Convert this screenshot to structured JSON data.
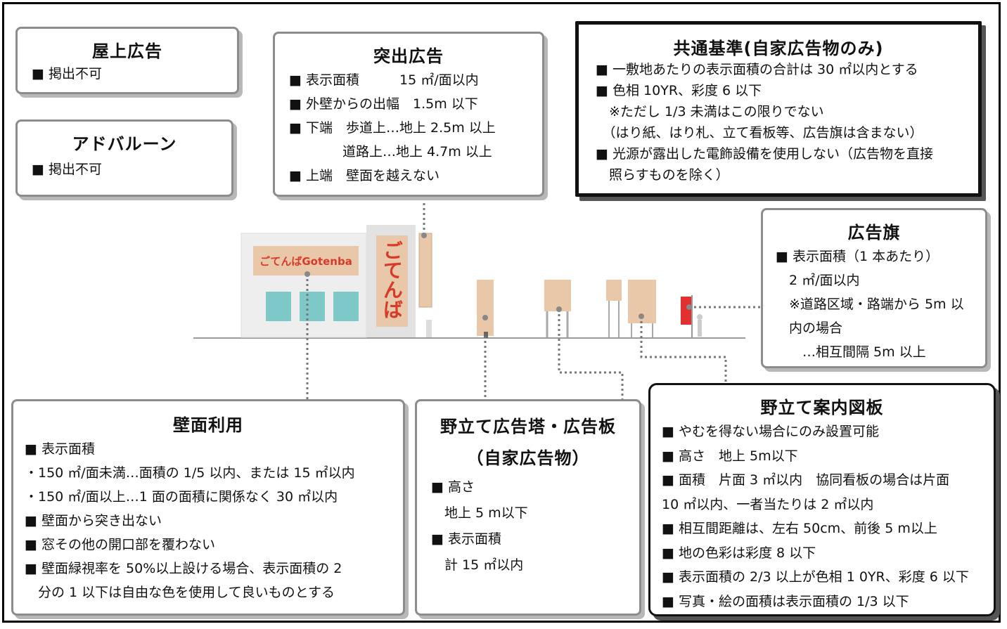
{
  "rooftop": {
    "title": "屋上広告",
    "lines": [
      "■ 掲出不可"
    ]
  },
  "balloon": {
    "title": "アドバルーン",
    "lines": [
      "■ 掲出不可"
    ]
  },
  "projecting": {
    "title": "突出広告",
    "lines": [
      "■ 表示面積　　　15 ㎡/面以内",
      "■ 外壁からの出幅　1.5m 以下",
      "■ 下端　歩道上…地上 2.5m 以上",
      "　　　　道路上…地上 4.7m 以上",
      "■ 上端　壁面を越えない"
    ]
  },
  "common": {
    "title": "共通基準(自家広告物のみ)",
    "lines": [
      "■ 一敷地あたりの表示面積の合計は 30 ㎡以内とする",
      "■ 色相 10YR、彩度 6 以下",
      "　※ただし 1/3 未満はこの限りでない",
      "　（はり紙、はり札、立て看板等、広告旗は含まない）",
      "■ 光源が露出した電飾設備を使用しない（広告物を直接",
      "　照らすものを除く）"
    ]
  },
  "flag": {
    "title": "広告旗",
    "lines": [
      "■ 表示面積（1 本あたり）",
      "　2 ㎡/面以内",
      "　※道路区域・路端から 5m 以",
      "　内の場合",
      "　　…相互間隔 5m 以上"
    ]
  },
  "wall": {
    "title": "壁面利用",
    "lines": [
      "■ 表示面積",
      "・150 ㎡/面未満…面積の 1/5 以内、または 15 ㎡以内",
      "・150 ㎡/面以上…1 面の面積に関係なく 30 ㎡以内",
      "■ 壁面から突き出ない",
      "■ 窓その他の開口部を覆わない",
      "■ 壁面緑視率を 50%以上設ける場合、表示面積の 2",
      "　分の 1 以下は自由な色を使用して良いものとする"
    ]
  },
  "tower": {
    "title_line1": "野立て広告塔・広告板",
    "title_line2": "（自家広告物）",
    "lines": [
      "■ 高さ",
      "　地上 5 m以下",
      "■ 表示面積",
      "　計 15 ㎡以内"
    ]
  },
  "guide": {
    "title": "野立て案内図板",
    "lines": [
      "■ やむを得ない場合にのみ設置可能",
      "■ 高さ　地上 5m以下",
      "■ 面積　片面 3 ㎡以内　協同看板の場合は片面",
      "10 ㎡以内、一者当たりは 2 ㎡以内",
      "■ 相互間距離は、左右 50cm、前後 5 m以上",
      "■ 地の色彩は彩度 8 以下",
      "■ 表示面積の 2/3 以上が色相 1 0YR、彩度 6 以下",
      "■ 写真・絵の面積は表示面積の 1/3 以下"
    ]
  },
  "illustration": {
    "wall_sign_text": "ごてんばGotenba",
    "vertical_sign_text": "ごてんば",
    "colors": {
      "sign_bg": "#e8c8a8",
      "sign_text": "#d83a2a",
      "building": "#eeeeee",
      "window": "#7ec8c8",
      "flag": "#e23030"
    }
  }
}
